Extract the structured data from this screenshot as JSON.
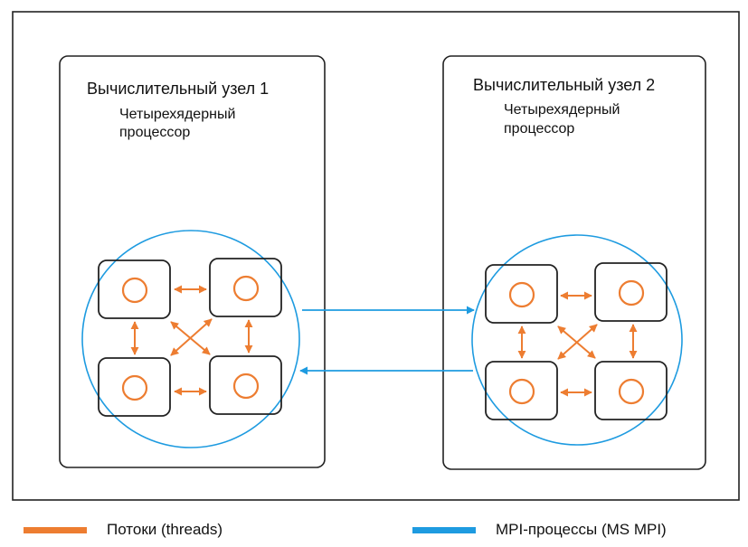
{
  "nodes": [
    {
      "title": "Вычислительный узел 1",
      "processor_line1": "Четырехядерный",
      "processor_line2": "процессор"
    },
    {
      "title": "Вычислительный узел 2",
      "processor_line1": "Четырехядерный",
      "processor_line2": "процессор"
    }
  ],
  "legend": [
    {
      "label": "Потоки (threads)",
      "color": "#ed7d31"
    },
    {
      "label": "MPI-процессы  (MS MPI)",
      "color": "#1e9be0"
    }
  ],
  "colors": {
    "threads": "#ed7d31",
    "mpi": "#1e9be0",
    "frame": "#222222"
  }
}
